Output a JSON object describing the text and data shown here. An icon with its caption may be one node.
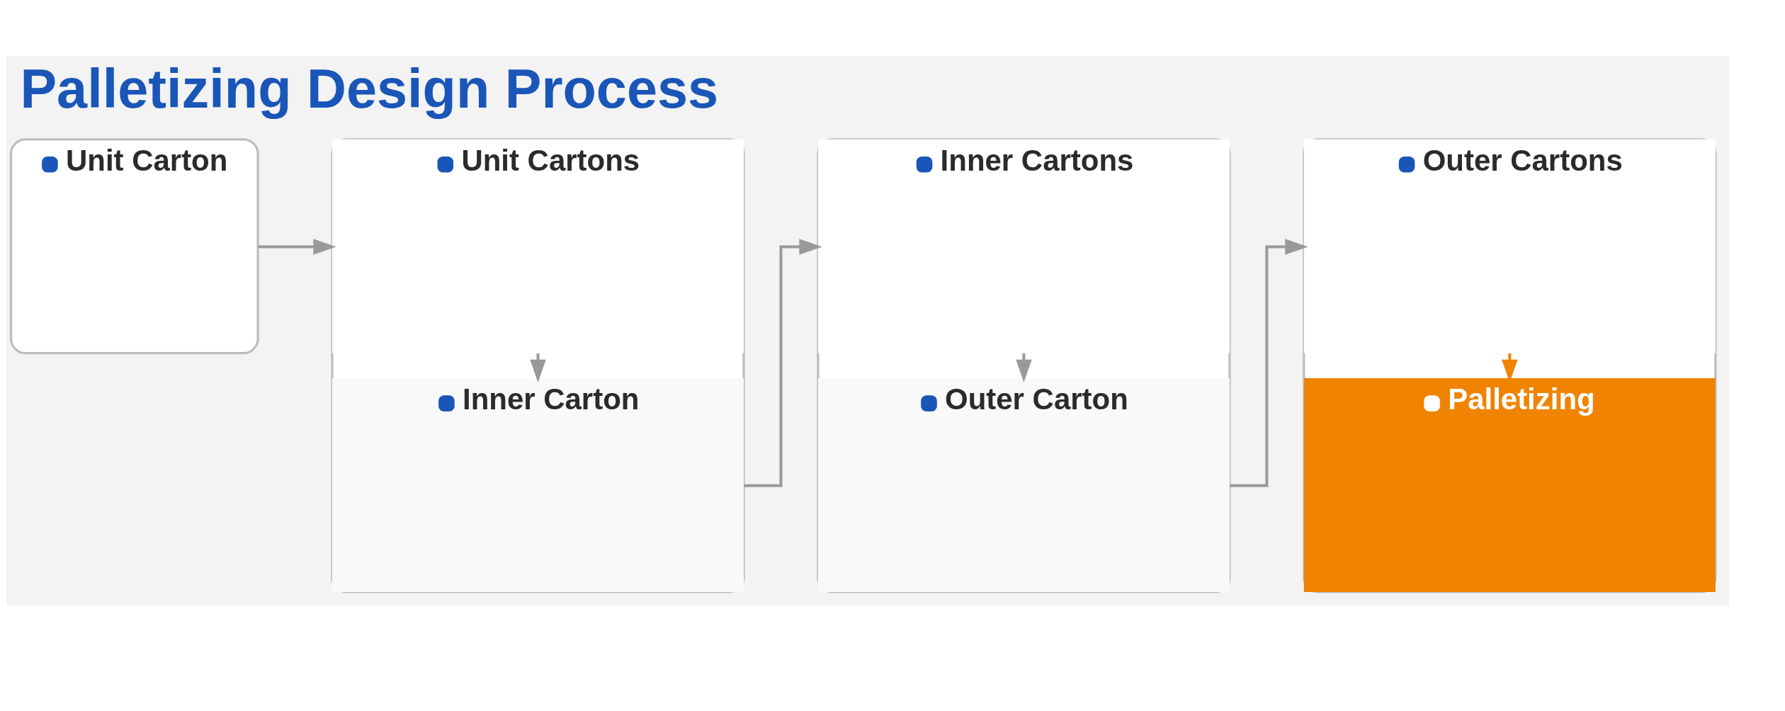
{
  "diagram": {
    "title": "Palletizing Design Process",
    "nodes": [
      {
        "text": [
          "Unit Carton"
        ]
      },
      {
        "text": [],
        "shape": "box"
      },
      {
        "text": [
          "Unit Cartons"
        ],
        "in": 1
      },
      {
        "text": [
          "Inner Carton"
        ],
        "in": 1
      },
      {
        "text": [],
        "shape": "box"
      },
      {
        "text": [
          "Inner Cartons"
        ],
        "in": 4
      },
      {
        "text": [
          "Outer Carton"
        ],
        "in": 4
      },
      {
        "text": [],
        "shape": "box"
      },
      {
        "text": [
          "Outer Cartons"
        ],
        "in": 7
      },
      {
        "text": [
          "Palletizing"
        ],
        "in": 7
      }
    ],
    "edges": [
      {
        "from": 0,
        "to": 2,
        "arrow": "to"
      },
      {
        "from": 2,
        "to": 3,
        "arrow": "to"
      },
      {
        "from": 3,
        "to": 5,
        "arrow": "to"
      },
      {
        "from": 5,
        "to": 6,
        "arrow": "to"
      },
      {
        "from": 6,
        "to": 8,
        "arrow": "to"
      },
      {
        "from": 8,
        "to": 9,
        "arrow": "to",
        "color": "#f08300"
      }
    ]
  }
}
